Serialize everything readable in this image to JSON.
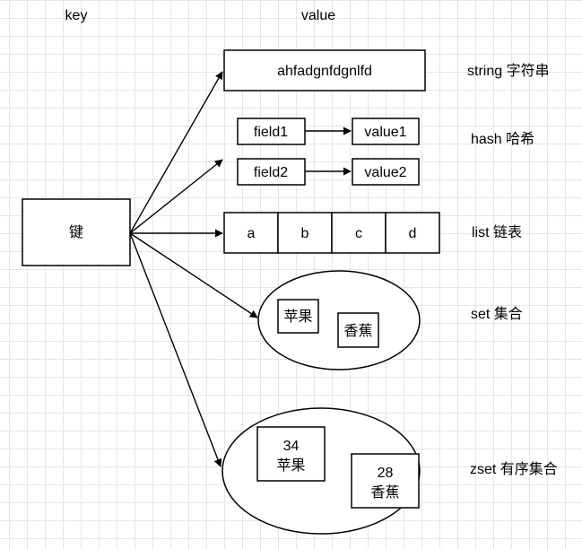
{
  "headers": {
    "key": "key",
    "value": "value"
  },
  "key_node": "键",
  "string_value": "ahfadgnfdgnlfd",
  "hash": {
    "rows": [
      {
        "field": "field1",
        "value": "value1"
      },
      {
        "field": "field2",
        "value": "value2"
      }
    ]
  },
  "list_items": [
    "a",
    "b",
    "c",
    "d"
  ],
  "set_members": [
    "苹果",
    "香蕉"
  ],
  "zset_members": [
    {
      "score": "34",
      "member": "苹果"
    },
    {
      "score": "28",
      "member": "香蕉"
    }
  ],
  "type_labels": {
    "string": "string 字符串",
    "hash": "hash 哈希",
    "list": "list 链表",
    "set": "set 集合",
    "zset": "zset 有序集合"
  }
}
